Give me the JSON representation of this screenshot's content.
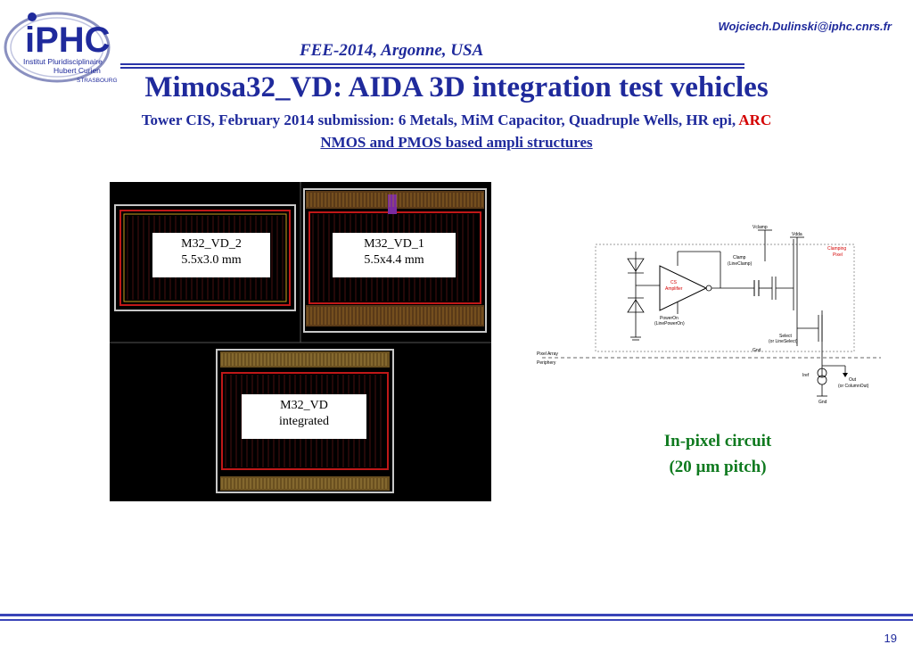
{
  "header": {
    "logo_text": "iPHC",
    "logo_sub1": "Institut Pluridisciplinaire",
    "logo_sub2": "Hubert Curien",
    "logo_sub3": "STRASBOURG",
    "email": "Wojciech.Dulinski@iphc.cnrs.fr",
    "conference": "FEE-2014, Argonne, USA"
  },
  "slide": {
    "title": "Mimosa32_VD: AIDA 3D integration test vehicles",
    "subtitle_main": "Tower CIS, February 2014 submission: 6 Metals, MiM Capacitor, Quadruple Wells, HR epi,",
    "subtitle_arc": "ARC",
    "subtitle2": "NMOS and PMOS based ampli structures"
  },
  "layout_figure": {
    "chip1_name": "M32_VD_2",
    "chip1_size": "5.5x3.0 mm",
    "chip2_name": "M32_VD_1",
    "chip2_size": "5.5x4.4 mm",
    "chip3_name": "M32_VD",
    "chip3_size": "integrated"
  },
  "circuit": {
    "vclamp": "Vclamp",
    "vdda": "Vdda",
    "clamping_pixel_1": "Clamping",
    "clamping_pixel_2": "Pixel",
    "clamp_1": "Clamp",
    "clamp_2": "(LineClamp)",
    "cs_1": "CS",
    "cs_2": "Amplifier",
    "poweron_1": "PowerOn",
    "poweron_2": "(LinePowerOn)",
    "select_1": "Select",
    "select_2": "(or LineSelect)",
    "gnd": "Gnd",
    "pixel_array": "Pixel Array",
    "periphery": "Periphery",
    "iref": "Iref",
    "out_1": "Out",
    "out_2": "(or ColumnOut)",
    "gnd2": "Gnd"
  },
  "caption": {
    "line1": "In-pixel circuit",
    "line2": "(20 µm pitch)"
  },
  "footer": {
    "page_number": "19"
  }
}
